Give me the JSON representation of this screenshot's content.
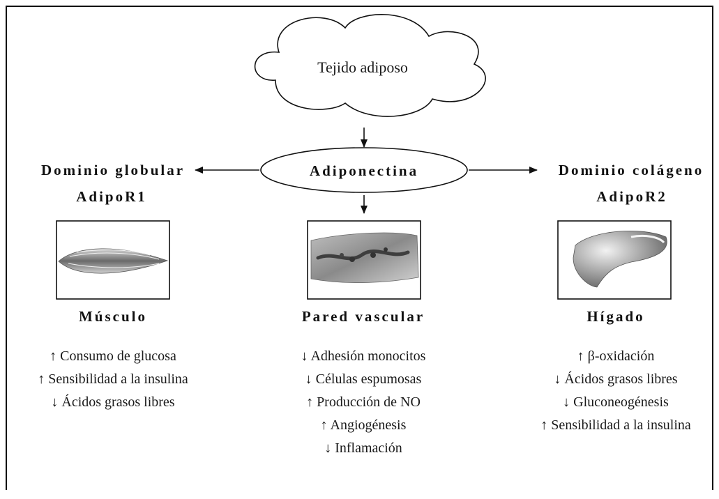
{
  "cloud": {
    "label": "Tejido adiposo"
  },
  "center": {
    "label": "Adiponectina"
  },
  "left": {
    "domain": "Dominio globular",
    "receptor": "AdipoR1",
    "organ": "Músculo",
    "effects": [
      {
        "arrow": "↑",
        "text": "Consumo de glucosa"
      },
      {
        "arrow": "↑",
        "text": "Sensibilidad a la insulina"
      },
      {
        "arrow": "↓",
        "text": "Ácidos grasos libres"
      }
    ]
  },
  "middle": {
    "organ": "Pared vascular",
    "effects": [
      {
        "arrow": "↓",
        "text": "Adhesión monocitos"
      },
      {
        "arrow": "↓",
        "text": "Células espumosas"
      },
      {
        "arrow": "↑",
        "text": "Producción de NO"
      },
      {
        "arrow": "↑",
        "text": "Angiogénesis"
      },
      {
        "arrow": "↓",
        "text": "Inflamación"
      }
    ]
  },
  "right": {
    "domain": "Dominio colágeno",
    "receptor": "AdipoR2",
    "organ": "Hígado",
    "effects": [
      {
        "arrow": "↑",
        "text": "β-oxidación"
      },
      {
        "arrow": "↓",
        "text": "Ácidos grasos libres"
      },
      {
        "arrow": "↓",
        "text": "Gluconeogénesis"
      },
      {
        "arrow": "↑",
        "text": "Sensibilidad a la insulina"
      }
    ]
  }
}
